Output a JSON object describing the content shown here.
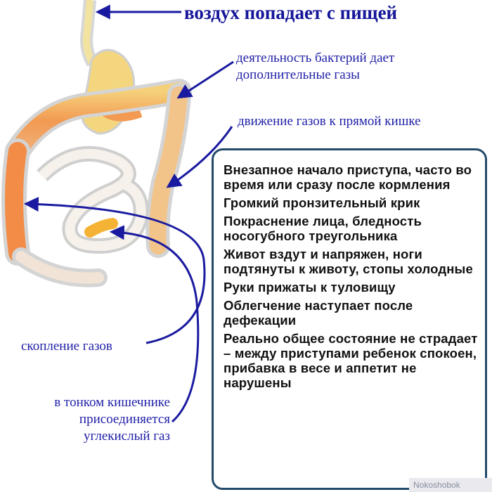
{
  "labels": {
    "title": "воздух попадает с пищей",
    "bacteria_line1": "деятельность бактерий дает",
    "bacteria_line2": "дополнительные газы",
    "movement": "движение газов к прямой кишке",
    "accumulation": "скопление газов",
    "small_line1": "в тонком кишечнике",
    "small_line2": "присоединяется",
    "small_line3": "углекислый газ"
  },
  "symptoms": [
    "Внезапное начало приступа, часто во время или сразу после кормления",
    "Громкий пронзительный крик",
    "Покраснение лица, бледность носогубного треугольника",
    "Живот вздут и напряжен, ноги подтянуты к животу, стопы холодные",
    "Руки прижаты к туловищу",
    "Облегчение наступает после дефекации",
    "Реально общее состояние не страдает – между приступами ребенок спокоен, прибавка в весе и аппетит не нарушены"
  ],
  "watermark": "Nokoshobok",
  "colors": {
    "label_blue": "#1f1fa8",
    "arrow_blue": "#1a1aa0",
    "box_border": "#234a6a",
    "gut_orange": "#f39a4a",
    "gut_yellow": "#f3dc7a"
  }
}
